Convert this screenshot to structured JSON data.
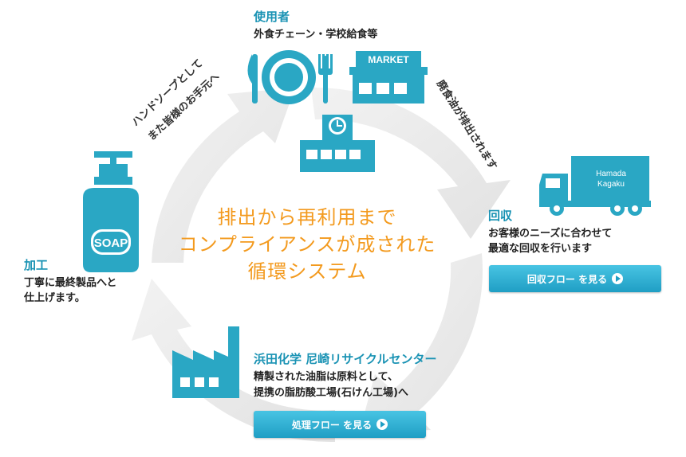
{
  "users": {
    "heading": "使用者",
    "desc": "外食チェーン・学校給食等",
    "market_sign": "MARKET"
  },
  "arc_right": "廃食油が排出されます",
  "arc_left": {
    "line1": "ハンドソープとして",
    "line2": "また皆様のお手元へ"
  },
  "collect": {
    "heading": "回収",
    "line1": "お客様のニーズに合わせて",
    "line2": "最適な回収を行います",
    "button": "回収フロー を見る"
  },
  "truck": {
    "logo_line1": "Hamada",
    "logo_line2": "Kagaku"
  },
  "process": {
    "heading": "加工",
    "line1": "丁寧に最終製品へと",
    "line2": "仕上げます。"
  },
  "soap_label": "SOAP",
  "center": {
    "line1": "排出から再利用まで",
    "line2": "コンプライアンスが成された",
    "line3": "循環システム"
  },
  "factory": {
    "heading": "浜田化学 尼崎リサイクルセンター",
    "line1": "精製された油脂は原料として、",
    "line2": "提携の脂肪酸工場(石けん工場)へ",
    "button": "処理フロー を見る"
  },
  "colors": {
    "teal": "#1a93b4",
    "orange": "#f39a1e",
    "icon": "#2aa7c4",
    "arrow": "#e9e9e9"
  }
}
